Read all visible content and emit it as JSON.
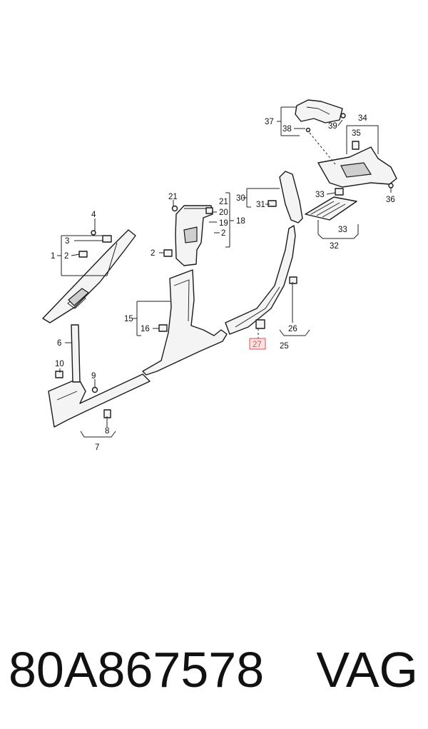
{
  "callouts": {
    "c1": "1",
    "c2": "2",
    "c3": "3",
    "c4": "4",
    "c6": "6",
    "c7": "7",
    "c8": "8",
    "c9": "9",
    "c10": "10",
    "c15": "15",
    "c16": "16",
    "c18": "18",
    "c19": "19",
    "c20": "20",
    "c21": "21",
    "c25": "25",
    "c26": "26",
    "c27": "27",
    "c30": "30",
    "c31": "31",
    "c32": "32",
    "c33": "33",
    "c34": "34",
    "c35": "35",
    "c36": "36",
    "c37": "37",
    "c38": "38",
    "c39": "39"
  },
  "highlight": {
    "color": "#d9534f",
    "callout": "27"
  },
  "footer": {
    "part_number": "80A867578",
    "brand": "VAG"
  }
}
